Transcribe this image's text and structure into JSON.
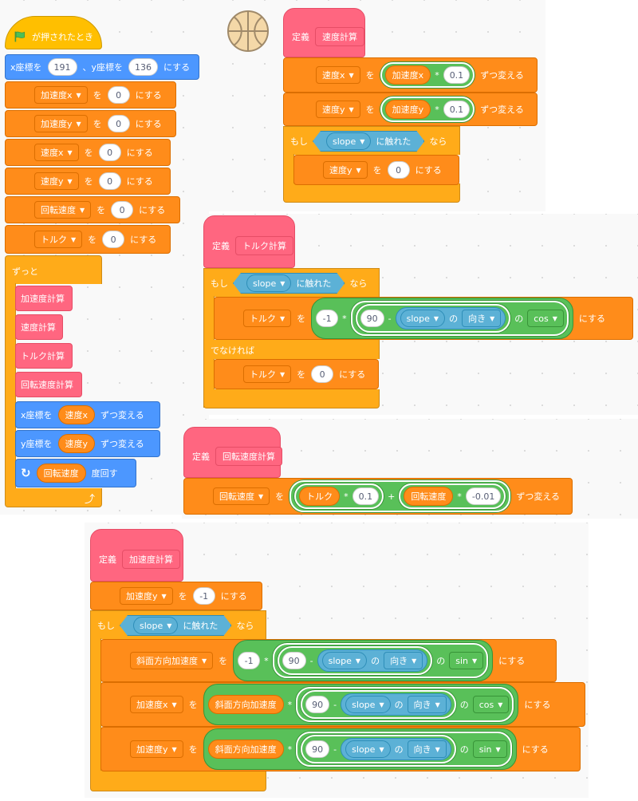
{
  "colors": {
    "event": "#ffbf00",
    "control": "#ffab19",
    "motion": "#4c97ff",
    "variables": "#ff8c1a",
    "my_blocks": "#ff6680",
    "operators": "#59c059",
    "sensing": "#5cb1d6"
  },
  "main": {
    "hat": {
      "icon": "green-flag-icon",
      "label": "が押されたとき"
    },
    "goto": {
      "x_label": "x座標を",
      "x_value": "191",
      "sep": "、y座標を",
      "y_value": "136",
      "suffix": "にする"
    },
    "sets": [
      {
        "var": "加速度x",
        "to": "を",
        "value": "0",
        "suffix": "にする"
      },
      {
        "var": "加速度y",
        "to": "を",
        "value": "0",
        "suffix": "にする"
      },
      {
        "var": "速度x",
        "to": "を",
        "value": "0",
        "suffix": "にする"
      },
      {
        "var": "速度y",
        "to": "を",
        "value": "0",
        "suffix": "にする"
      },
      {
        "var": "回転速度",
        "to": "を",
        "value": "0",
        "suffix": "にする"
      },
      {
        "var": "トルク",
        "to": "を",
        "value": "0",
        "suffix": "にする"
      }
    ],
    "forever": "ずっと",
    "calls": [
      "加速度計算",
      "速度計算",
      "トルク計算",
      "回転速度計算"
    ],
    "change_x": {
      "label": "x座標を",
      "var": "速度x",
      "suffix": "ずつ変える"
    },
    "change_y": {
      "label": "y座標を",
      "var": "速度y",
      "suffix": "ずつ変える"
    },
    "turn": {
      "icon": "rotate-right-icon",
      "var": "回転速度",
      "suffix": "度回す"
    },
    "loop_icon": "loop-arrow-icon"
  },
  "sprite_icon": "basketball-icon",
  "def_speed": {
    "define": "定義",
    "name": "速度計算",
    "change1": {
      "var": "速度x",
      "to": "を",
      "reporter": "加速度x",
      "op": "*",
      "value": "0.1",
      "suffix": "ずつ変える"
    },
    "change2": {
      "var": "速度y",
      "to": "を",
      "reporter": "加速度y",
      "op": "*",
      "value": "0.1",
      "suffix": "ずつ変える"
    },
    "if": {
      "label": "もし",
      "sensor": "slope",
      "touch": "に触れた",
      "then": "なら"
    },
    "set": {
      "var": "速度y",
      "to": "を",
      "value": "0",
      "suffix": "にする"
    }
  },
  "def_torque": {
    "define": "定義",
    "name": "トルク計算",
    "if": {
      "label": "もし",
      "sensor": "slope",
      "touch": "に触れた",
      "then": "なら"
    },
    "set": {
      "var": "トルク",
      "to": "を",
      "neg": "-1",
      "times": "*",
      "ninety": "90",
      "minus": "-",
      "sensor": "slope",
      "of": "の",
      "prop": "向き",
      "of2": "の",
      "func": "cos",
      "suffix": "にする"
    },
    "else": "でなければ",
    "set2": {
      "var": "トルク",
      "to": "を",
      "value": "0",
      "suffix": "にする"
    }
  },
  "def_rot": {
    "define": "定義",
    "name": "回転速度計算",
    "change": {
      "var": "回転速度",
      "to": "を",
      "r1": "トルク",
      "times1": "*",
      "v1": "0.1",
      "plus": "+",
      "r2": "回転速度",
      "times2": "*",
      "v2": "-0.01",
      "suffix": "ずつ変える"
    }
  },
  "def_acc": {
    "define": "定義",
    "name": "加速度計算",
    "set": {
      "var": "加速度y",
      "to": "を",
      "value": "-1",
      "suffix": "にする"
    },
    "if": {
      "label": "もし",
      "sensor": "slope",
      "touch": "に触れた",
      "then": "なら"
    },
    "rows": [
      {
        "var": "斜面方向加速度",
        "to": "を",
        "left": "-1",
        "times": "*",
        "ninety": "90",
        "minus": "-",
        "sensor": "slope",
        "of": "の",
        "prop": "向き",
        "of2": "の",
        "func": "sin",
        "suffix": "にする"
      },
      {
        "var": "加速度x",
        "to": "を",
        "left": "斜面方向加速度",
        "times": "*",
        "ninety": "90",
        "minus": "-",
        "sensor": "slope",
        "of": "の",
        "prop": "向き",
        "of2": "の",
        "func": "cos",
        "suffix": "にする"
      },
      {
        "var": "加速度y",
        "to": "を",
        "left": "斜面方向加速度",
        "times": "*",
        "ninety": "90",
        "minus": "-",
        "sensor": "slope",
        "of": "の",
        "prop": "向き",
        "of2": "の",
        "func": "sin",
        "suffix": "にする"
      }
    ]
  }
}
